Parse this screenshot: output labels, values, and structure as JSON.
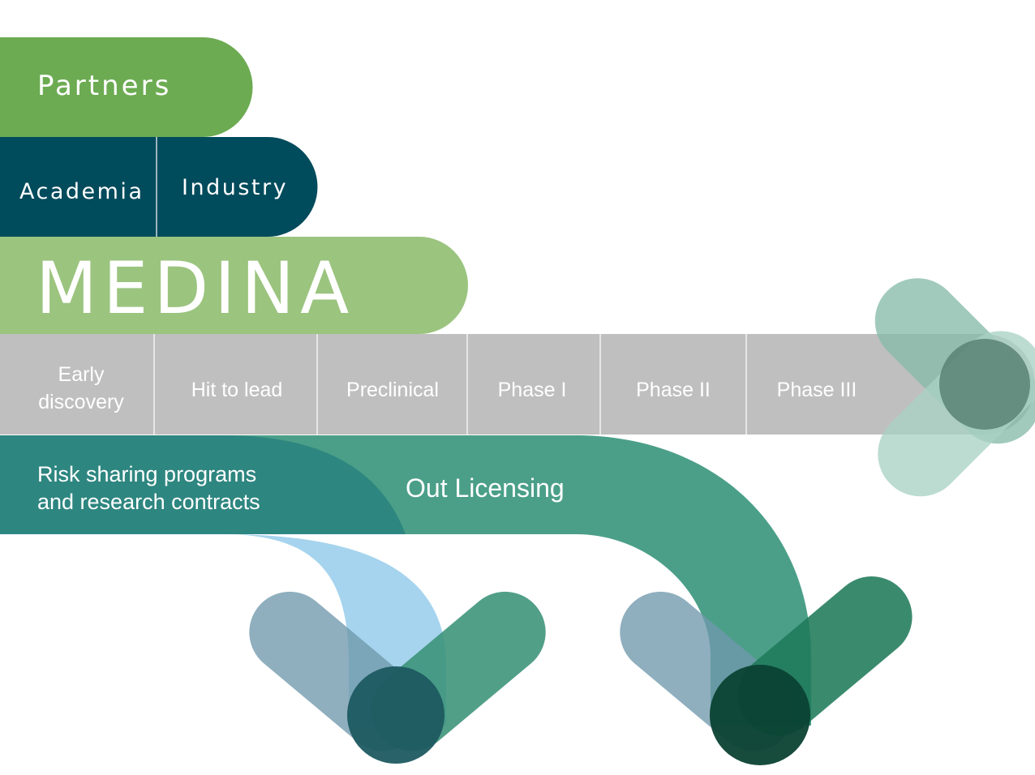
{
  "partners": {
    "label": "Partners"
  },
  "organizations": {
    "academia": "Academia",
    "industry": "Industry"
  },
  "brand": {
    "name": "MEDINA"
  },
  "pipeline": {
    "stage_1_line_1": "Early",
    "stage_1_line_2": "discovery",
    "stages": [
      "Hit to lead",
      "Preclinical",
      "Phase I",
      "Phase II",
      "Phase III"
    ]
  },
  "risk_sharing": {
    "line_1": "Risk sharing programs",
    "line_2": "and research contracts"
  },
  "out_licensing": {
    "label": "Out Licensing"
  },
  "colors": {
    "partners_green": "#6cab52",
    "org_navy": "#004b5c",
    "medina_green": "#9bc47f",
    "pipeline_gray": "#bfbfbf",
    "risk_teal": "#2e8680",
    "out_licensing_green": "#4b9f88",
    "light_blue": "#a6d4ee",
    "dark_green": "#0b4233"
  }
}
